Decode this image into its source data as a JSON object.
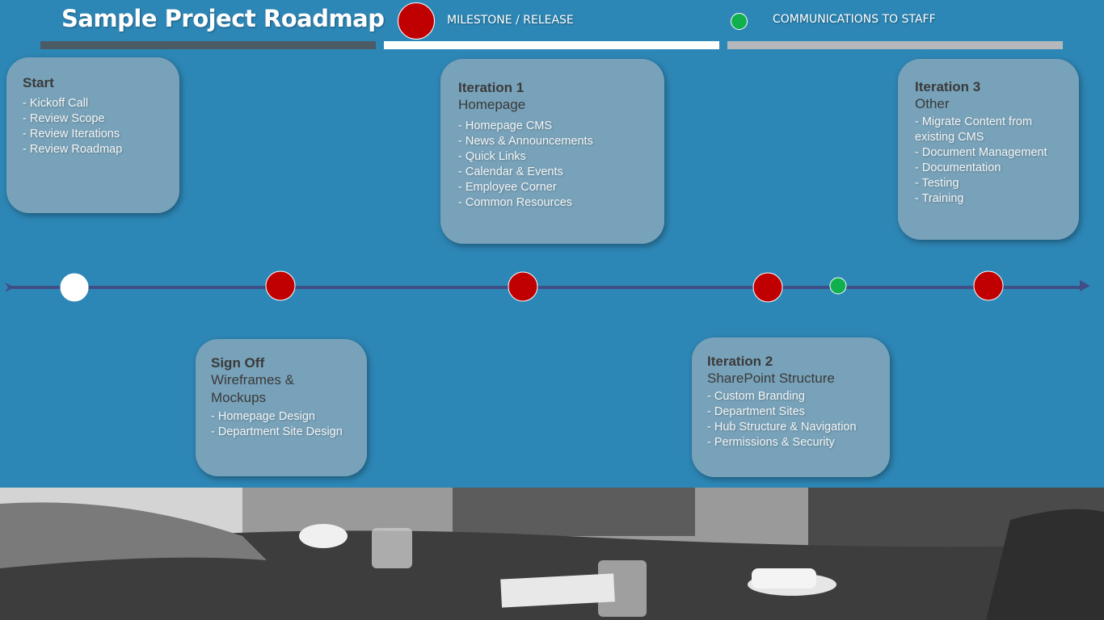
{
  "title": "Sample Project Roadmap",
  "legend": {
    "milestone_label": "MILESTONE / RELEASE",
    "comms_label": "COMMUNICATIONS TO STAFF",
    "milestone_color": "#c00000",
    "comms_color": "#11b04f"
  },
  "cards": {
    "start": {
      "title": "Start",
      "items": [
        "- Kickoff Call",
        "- Review Scope",
        "- Review Iterations",
        "- Review Roadmap"
      ]
    },
    "signoff": {
      "title": "Sign Off",
      "subtitle_1": "Wireframes &",
      "subtitle_2": "Mockups",
      "items": [
        "- Homepage Design",
        "- Department Site Design"
      ]
    },
    "iter1": {
      "title": "Iteration 1",
      "subtitle": "Homepage",
      "items": [
        "- Homepage CMS",
        "- News & Announcements",
        "- Quick Links",
        "- Calendar & Events",
        "- Employee Corner",
        "- Common Resources"
      ]
    },
    "iter2": {
      "title": "Iteration 2",
      "subtitle": "SharePoint Structure",
      "items": [
        "- Custom Branding",
        "- Department Sites",
        "- Hub Structure & Navigation",
        "- Permissions & Security"
      ]
    },
    "iter3": {
      "title": "Iteration 3",
      "subtitle": "Other",
      "items": [
        "- Migrate Content from",
        "existing CMS",
        "- Document Management",
        "- Documentation",
        "- Testing",
        "- Training"
      ]
    }
  }
}
